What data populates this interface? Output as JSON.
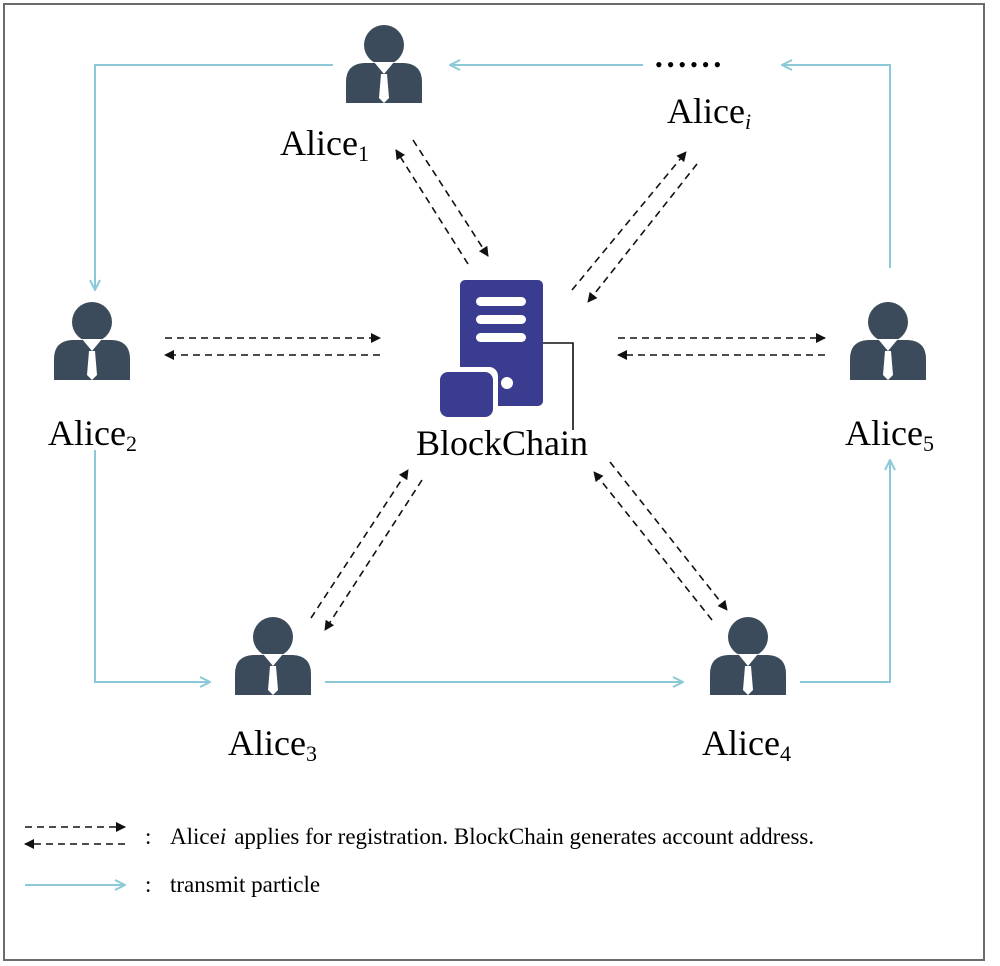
{
  "nodes": {
    "alice1": {
      "name": "Alice",
      "sub": "1"
    },
    "alice2": {
      "name": "Alice",
      "sub": "2"
    },
    "alice3": {
      "name": "Alice",
      "sub": "3"
    },
    "alice4": {
      "name": "Alice",
      "sub": "4"
    },
    "alice5": {
      "name": "Alice",
      "sub": "5"
    },
    "alicei": {
      "name": "Alice",
      "sub": "i"
    },
    "ellipsis": "••••••",
    "blockchain": "BlockChain"
  },
  "legend": {
    "dashed_prefix": "Alice",
    "dashed_sub": "i",
    "dashed_text": "applies for registration. BlockChain generates account address.",
    "solid_text": "transmit particle",
    "colon": ":"
  },
  "colors": {
    "person": "#3b4b5b",
    "server": "#3a3d8f",
    "transmit_arrow": "#8cc9d8",
    "dashed_arrow": "#111111"
  }
}
